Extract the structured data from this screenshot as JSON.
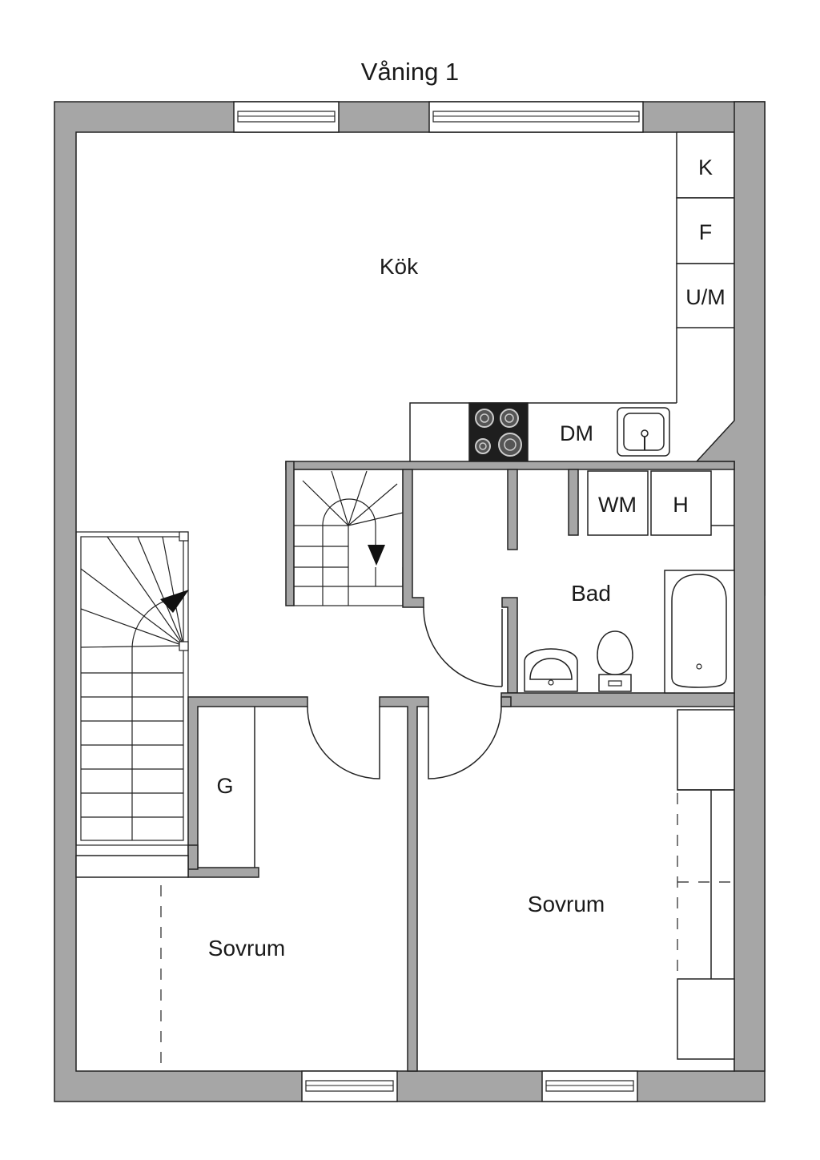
{
  "title": "Våning 1",
  "rooms": {
    "kitchen": "Kök",
    "bath": "Bad",
    "bedroom_left": "Sovrum",
    "bedroom_right": "Sovrum"
  },
  "fixtures": {
    "freezer": "K",
    "fridge": "F",
    "oven": "U/M",
    "dishwasher": "DM",
    "washer": "WM",
    "dryer": "H",
    "wardrobe": "G"
  },
  "colors": {
    "wall": "#a6a6a6",
    "line": "#222222",
    "stove": "#1e1e1e"
  }
}
